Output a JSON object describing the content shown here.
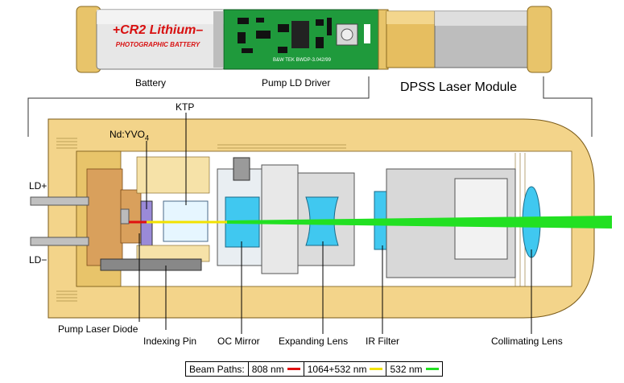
{
  "battery_label": "Battery",
  "battery_brand": "+CR2 Lithium–",
  "battery_subtitle": "PHOTOGRAPHIC BATTERY",
  "pcb_label": "Pump LD Driver",
  "pcb_marking": "B&W TEK BWDP-3.042/99",
  "module_label": "DPSS Laser Module",
  "labels": {
    "nd_yvo4": "Nd:YVO",
    "nd_sub": "4",
    "ktp": "KTP",
    "ld_plus": "LD+",
    "ld_minus": "LD−",
    "pump_diode": "Pump Laser Diode",
    "indexing_pin": "Indexing Pin",
    "oc_mirror": "OC Mirror",
    "expanding_lens": "Expanding Lens",
    "ir_filter": "IR Filter",
    "collimating_lens": "Collimating Lens"
  },
  "legend": {
    "title": "Beam Paths:",
    "items": [
      {
        "label": "808 nm",
        "color": "#e01010"
      },
      {
        "label": "1064+532 nm",
        "color": "#f2e200"
      },
      {
        "label": "532 nm",
        "color": "#22e022"
      }
    ]
  },
  "colors": {
    "brass": "#f3d48a",
    "brass_dark": "#d9b45e",
    "steel": "#c8c8c8",
    "optic": "#40c8f0",
    "diode": "#d9a05c",
    "pcb": "#1f9a3c",
    "beam_green": "#22e022",
    "beam_yellow": "#f2e200",
    "beam_red": "#e01010"
  }
}
